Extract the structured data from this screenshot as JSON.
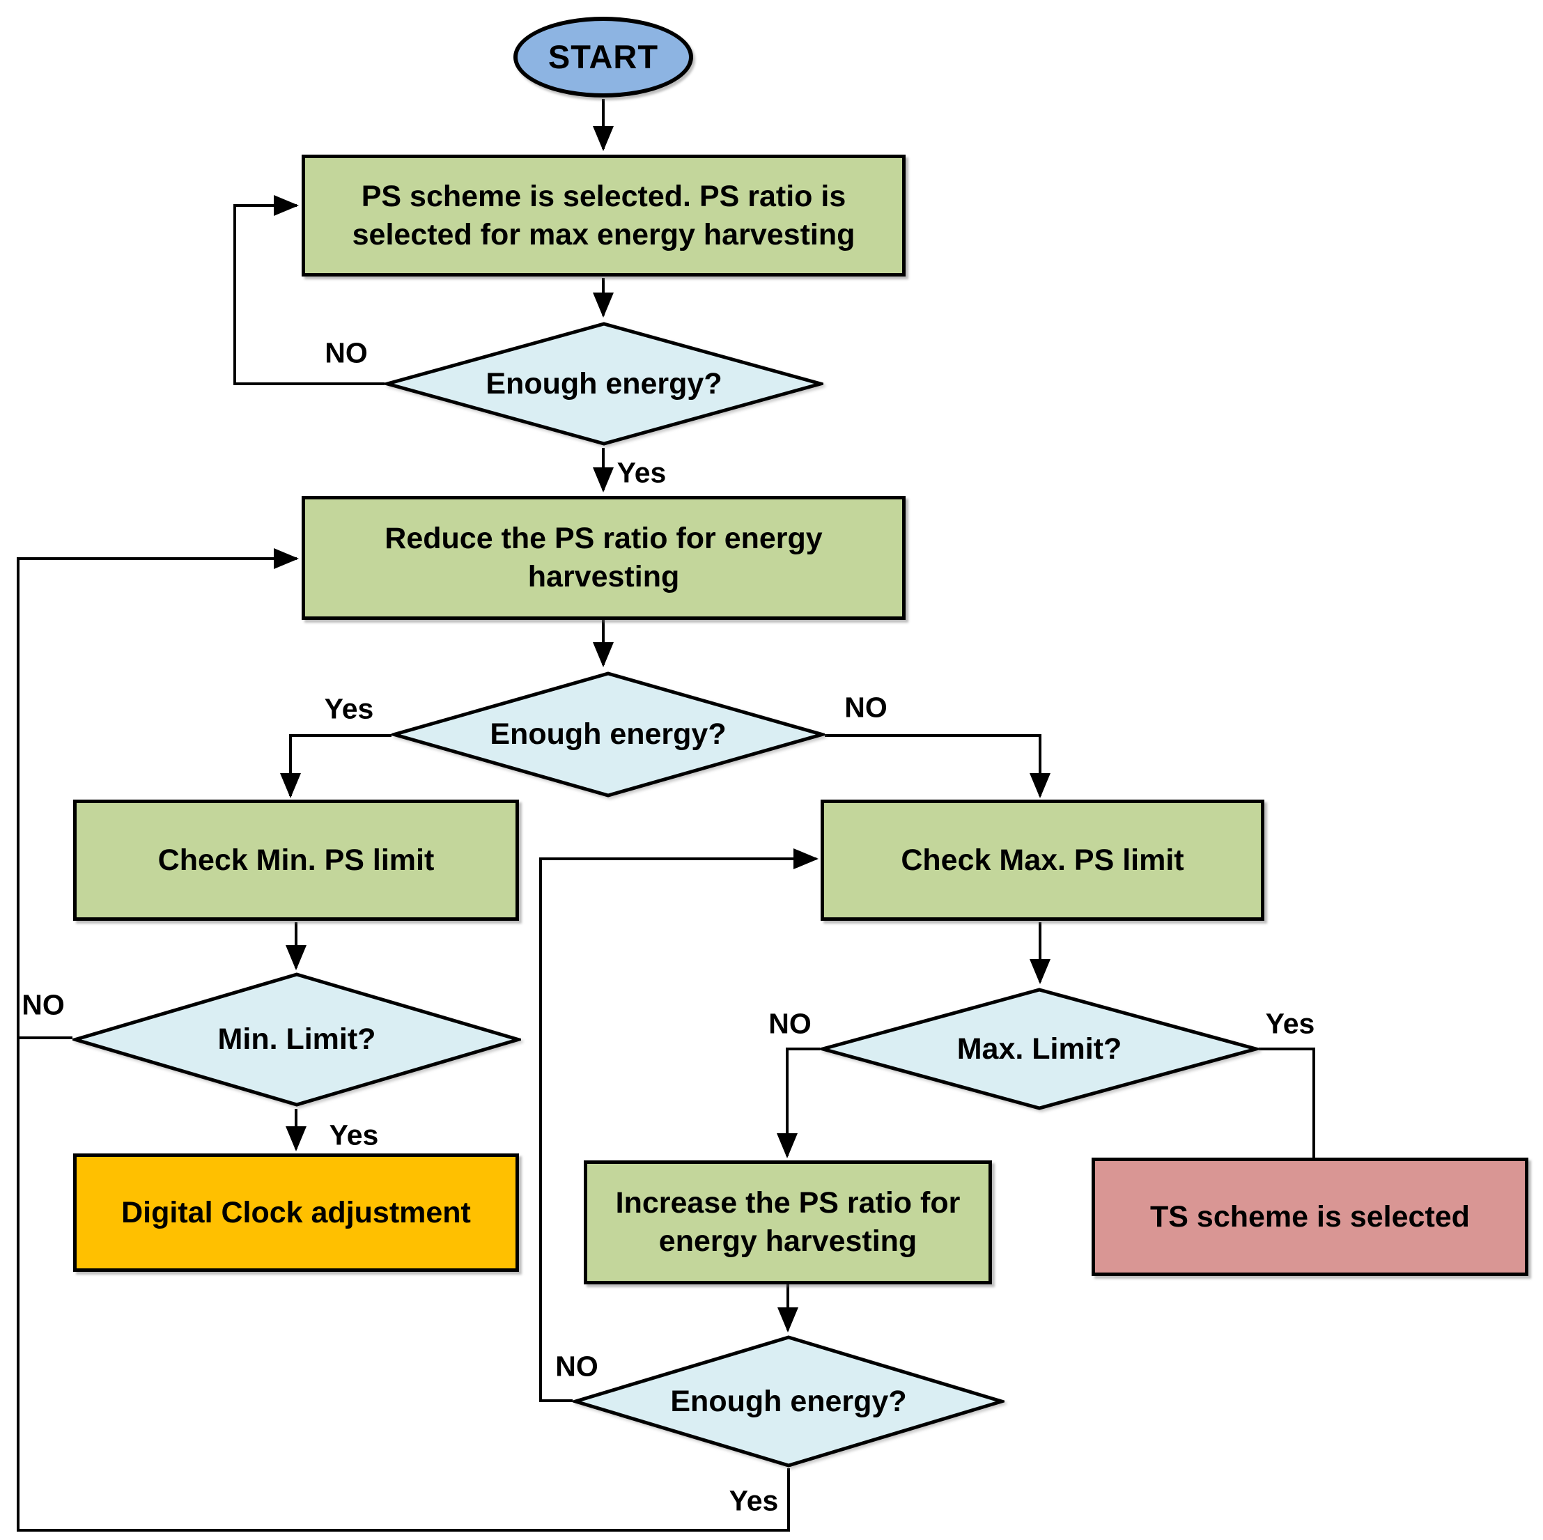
{
  "diagram": {
    "type": "flowchart",
    "nodes": {
      "start": {
        "label": "START",
        "shape": "oval"
      },
      "select_ps": {
        "label": "PS scheme is selected. PS ratio is\nselected for max energy harvesting",
        "shape": "process"
      },
      "enough_energy_1": {
        "label": "Enough energy?",
        "shape": "decision"
      },
      "reduce_ps": {
        "label": "Reduce the PS ratio for energy\nharvesting",
        "shape": "process"
      },
      "enough_energy_2": {
        "label": "Enough energy?",
        "shape": "decision"
      },
      "check_min": {
        "label": "Check Min. PS limit",
        "shape": "process"
      },
      "min_limit": {
        "label": "Min. Limit?",
        "shape": "decision"
      },
      "digital_clock": {
        "label": "Digital Clock adjustment",
        "shape": "process"
      },
      "check_max": {
        "label": "Check Max. PS limit",
        "shape": "process"
      },
      "max_limit": {
        "label": "Max. Limit?",
        "shape": "decision"
      },
      "increase_ps": {
        "label": "Increase the PS ratio for\nenergy harvesting",
        "shape": "process"
      },
      "ts_scheme": {
        "label": "TS scheme is selected",
        "shape": "process"
      },
      "enough_energy_3": {
        "label": "Enough energy?",
        "shape": "decision"
      }
    },
    "edge_labels": {
      "no1": "NO",
      "yes1": "Yes",
      "yes2": "Yes",
      "no2": "NO",
      "no3": "NO",
      "yes3": "Yes",
      "no4": "NO",
      "yes4": "Yes",
      "no5": "NO",
      "yes5": "Yes"
    },
    "colors": {
      "start_fill": "#8DB4E2",
      "process_fill": "#C3D69B",
      "decision_fill": "#DAEEF3",
      "clock_fill": "#FFC000",
      "ts_fill": "#D99694",
      "stroke": "#000000"
    }
  }
}
